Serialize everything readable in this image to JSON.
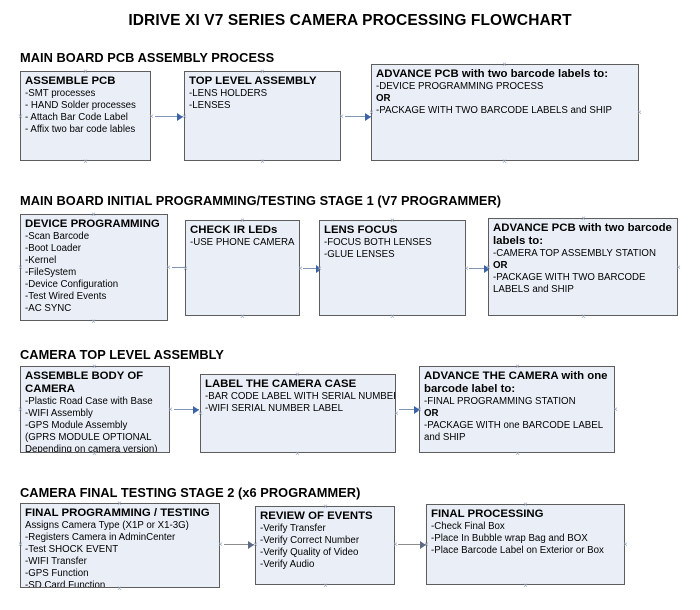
{
  "document": {
    "title": "IDRIVE XI V7 SERIES CAMERA PROCESSING FLOWCHART"
  },
  "sections": [
    {
      "id": "main-board-pcb-assembly-process",
      "title": "MAIN BOARD PCB ASSEMBLY PROCESS",
      "nodes": [
        {
          "id": "assemble-pcb",
          "header": "ASSEMBLE PCB",
          "lines": [
            "-SMT processes",
            "- HAND Solder processes",
            "- Attach Bar Code Label",
            "- Affix two bar code lables"
          ]
        },
        {
          "id": "top-level-assembly",
          "header": "TOP LEVEL ASSEMBLY",
          "lines": [
            "-LENS HOLDERS",
            "-LENSES"
          ]
        },
        {
          "id": "advance-pcb-two-barcode-labels",
          "header": "ADVANCE PCB with two barcode labels to:",
          "lines": [
            "-DEVICE PROGRAMMING PROCESS",
            "OR",
            "-PACKAGE WITH TWO BARCODE LABELS and SHIP"
          ],
          "bold_lines": [
            1
          ]
        }
      ]
    },
    {
      "id": "main-board-initial-programming-testing-stage-1",
      "title": "MAIN BOARD INITIAL PROGRAMMING/TESTING STAGE 1 (V7 PROGRAMMER)",
      "nodes": [
        {
          "id": "device-programming",
          "header": "DEVICE PROGRAMMING",
          "lines": [
            "-Scan Barcode",
            "-Boot Loader",
            "-Kernel",
            "-FileSystem",
            "-Device Configuration",
            "-Test Wired Events",
            "-AC SYNC"
          ]
        },
        {
          "id": "check-ir-leds",
          "header": "CHECK IR LEDs",
          "lines": [
            "-USE PHONE CAMERA"
          ]
        },
        {
          "id": "lens-focus",
          "header": "LENS FOCUS",
          "lines": [
            "-FOCUS BOTH LENSES",
            "-GLUE LENSES"
          ]
        },
        {
          "id": "advance-pcb-to-camera-top-assembly",
          "header": "ADVANCE PCB with two barcode labels to:",
          "lines": [
            "-CAMERA TOP ASSEMBLY STATION",
            "OR",
            "-PACKAGE WITH TWO BARCODE LABELS and SHIP"
          ],
          "bold_lines": [
            1
          ]
        }
      ]
    },
    {
      "id": "camera-top-level-assembly",
      "title": "CAMERA TOP LEVEL ASSEMBLY",
      "nodes": [
        {
          "id": "assemble-body-of-camera",
          "header": "ASSEMBLE BODY OF CAMERA",
          "lines": [
            "-Plastic Road Case with Base",
            "-WIFI Assembly",
            "-GPS Module Assembly",
            "(GPRS MODULE OPTIONAL",
            "Depending on camera version)"
          ]
        },
        {
          "id": "label-the-camera-case",
          "header": "LABEL THE CAMERA CASE",
          "lines": [
            "-BAR CODE LABEL WITH SERIAL NUMBER",
            "-WIFI SERIAL NUMBER LABEL"
          ]
        },
        {
          "id": "advance-the-camera-one-barcode-label",
          "header": "ADVANCE THE CAMERA with one barcode label to:",
          "lines": [
            "-FINAL PROGRAMMING STATION",
            "OR",
            "-PACKAGE WITH one BARCODE LABEL and SHIP"
          ],
          "bold_lines": [
            1
          ]
        }
      ]
    },
    {
      "id": "camera-final-testing-stage-2",
      "title": "CAMERA FINAL TESTING STAGE 2 (x6 PROGRAMMER)",
      "nodes": [
        {
          "id": "final-programming-testing",
          "header": "FINAL PROGRAMMING / TESTING",
          "lines": [
            "Assigns Camera Type (X1P or X1-3G)",
            "-Registers Camera in AdminCenter",
            "-Test SHOCK EVENT",
            "-WIFI Transfer",
            "-GPS Function",
            "-SD Card Function"
          ]
        },
        {
          "id": "review-of-events",
          "header": "REVIEW OF EVENTS",
          "lines": [
            "-Verify Transfer",
            "-Verify Correct Number",
            "-Verify Quality of Video",
            "-Verify Audio"
          ]
        },
        {
          "id": "final-processing",
          "header": "FINAL PROCESSING",
          "lines": [
            "-Check Final Box",
            "-Place In Bubble wrap Bag and BOX",
            "-Place Barcode Label on Exterior or Box"
          ]
        }
      ]
    }
  ],
  "colors": {
    "node_fill": "#eaeff7",
    "node_border": "#5d5d5d",
    "connector_line": "#8094b8",
    "connector_head": "#3b63a8",
    "text": "#000000",
    "handle": "#9aa6bb"
  }
}
